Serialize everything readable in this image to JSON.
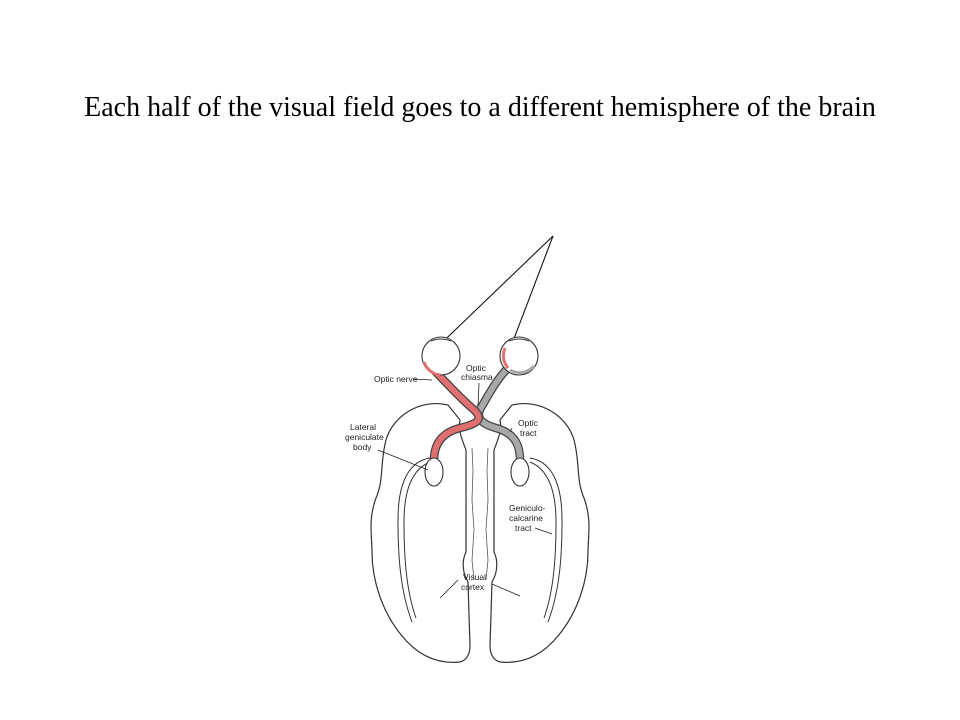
{
  "slide": {
    "title": "Each half of the visual field goes to a different hemisphere of the brain"
  },
  "diagram": {
    "labels": {
      "optic_nerve": "Optic nerve",
      "optic_chiasma_1": "Optic",
      "optic_chiasma_2": "chiasma",
      "lateral_geniculate_1": "Lateral",
      "lateral_geniculate_2": "geniculate",
      "lateral_geniculate_3": "body",
      "optic_tract_1": "Optic",
      "optic_tract_2": "tract",
      "geniculo_calcarine_1": "Geniculo-",
      "geniculo_calcarine_2": "calcarine",
      "geniculo_calcarine_3": "tract",
      "visual_cortex_1": "Visual",
      "visual_cortex_2": "cortex"
    },
    "colors": {
      "left_field_pathway": "#e07070",
      "right_field_pathway": "#a8a8a8",
      "outline": "#333333"
    }
  }
}
